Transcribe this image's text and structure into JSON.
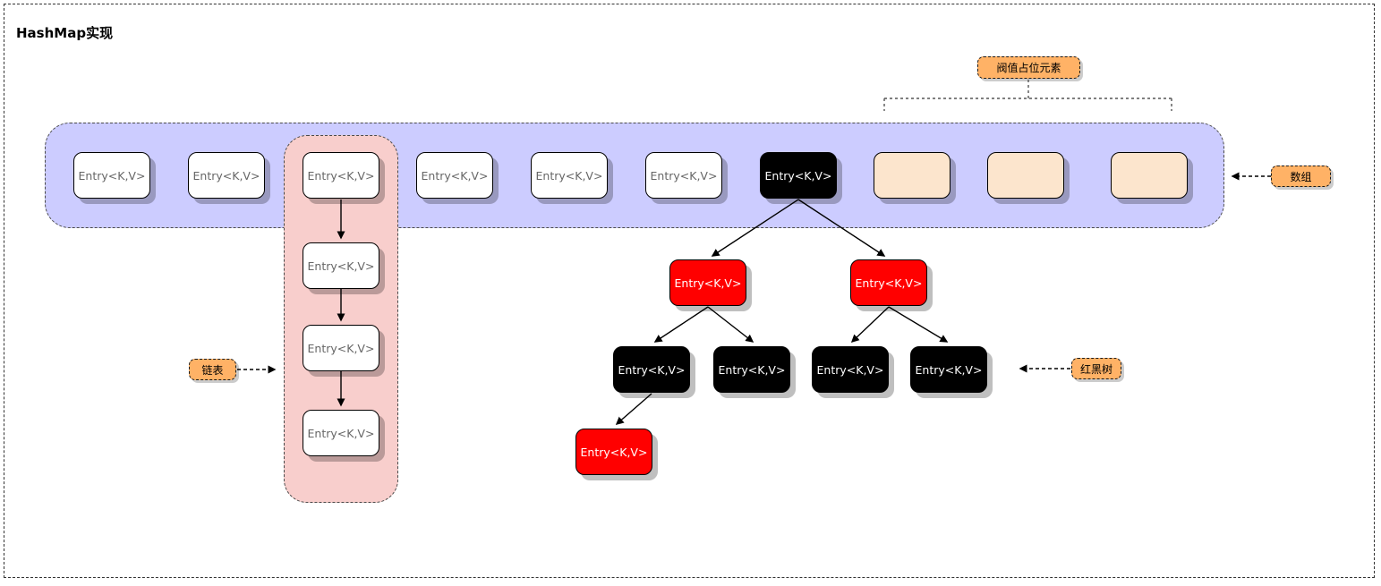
{
  "title": "HashMap实现",
  "annotations": {
    "threshold": "阀值占位元素",
    "array": "数组",
    "linked_list": "链表",
    "red_black_tree": "红黑树"
  },
  "array_row": {
    "entries": [
      "Entry<K,V>",
      "Entry<K,V>",
      "Entry<K,V>",
      "Entry<K,V>",
      "Entry<K,V>",
      "Entry<K,V>"
    ],
    "tree_root": "Entry<K,V>",
    "placeholder_count": 3
  },
  "linked_list": {
    "nodes": [
      "Entry<K,V>",
      "Entry<K,V>",
      "Entry<K,V>"
    ]
  },
  "red_black_tree": {
    "level2_red": [
      "Entry<K,V>",
      "Entry<K,V>"
    ],
    "level3_black": [
      "Entry<K,V>",
      "Entry<K,V>",
      "Entry<K,V>",
      "Entry<K,V>"
    ],
    "level4_red": [
      "Entry<K,V>"
    ]
  },
  "colors": {
    "array_container_fill": "#ccccff",
    "list_container_fill": "#f8cecc",
    "placeholder_fill": "#fce5cd",
    "annotation_fill": "#ffb266",
    "red_node_fill": "#ff0000",
    "black_node_fill": "#000000"
  }
}
